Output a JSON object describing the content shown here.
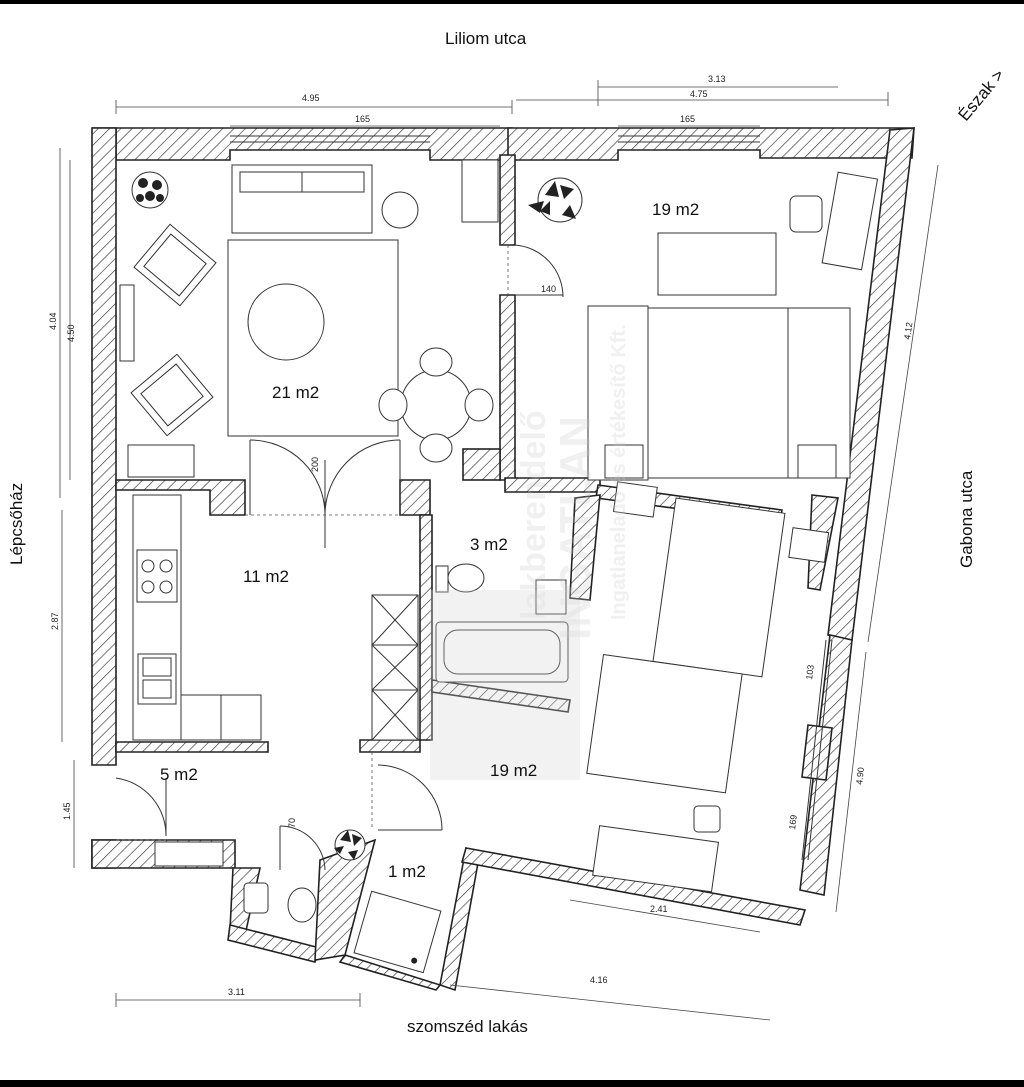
{
  "streets": {
    "north": "Liliom utca",
    "east": "Gabona utca",
    "west": "Lépcsőház",
    "south": "szomszéd lakás",
    "compass": "Észak >"
  },
  "rooms": {
    "living": "21 m2",
    "bedroom_north": "19 m2",
    "bedroom_south": "19 m2",
    "kitchen": "11 m2",
    "bathroom": "3 m2",
    "hall": "5 m2",
    "toilet": "1 m2"
  },
  "dimensions": {
    "top_left_width": "4.95",
    "top_left_window": "165",
    "top_right_upper": "3.13",
    "top_right_width": "4.75",
    "top_right_window": "165",
    "left_upper_a": "4.04",
    "left_upper_b": "4.50",
    "left_middle": "2.87",
    "left_lower": "1.45",
    "right_upper": "4.12",
    "right_lower": "4.90",
    "door_140": "140",
    "door_200": "200",
    "door_70": "70",
    "window_103": "103",
    "window_169": "169",
    "bottom_inner": "2.41",
    "bottom_right": "4.16",
    "bottom_left": "3.11"
  },
  "watermark": {
    "line1": "lakberendelő",
    "line2": "INGATLAN",
    "line3": "Ingatlaneladó és értékesítő Kft."
  }
}
